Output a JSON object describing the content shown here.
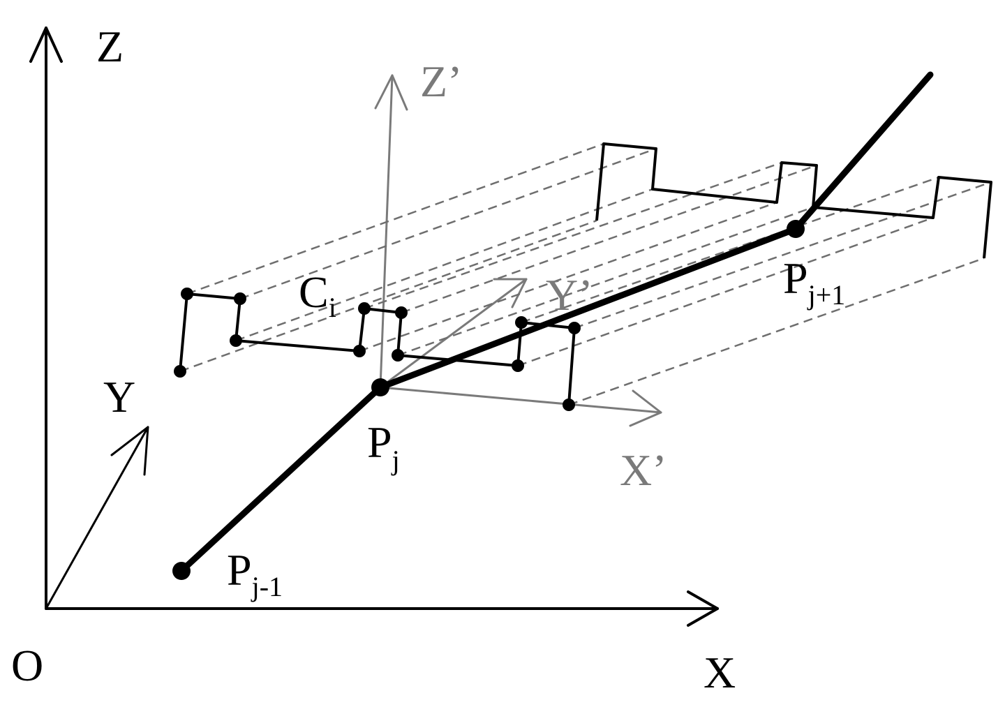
{
  "colors": {
    "primary": "#000000",
    "secondary": "#7a7a7a",
    "dashed": "#6e6e6e"
  },
  "labels": {
    "origin": "O",
    "axis_x": "X",
    "axis_y": "Y",
    "axis_z": "Z",
    "local_x": "X’",
    "local_y": "Y’",
    "local_z": "Z’",
    "p_prev_base": "P",
    "p_prev_sub": "j-1",
    "p_curr_base": "P",
    "p_curr_sub": "j",
    "p_next_base": "P",
    "p_next_sub": "j+1",
    "contour_base": "C",
    "contour_sub": "i"
  }
}
